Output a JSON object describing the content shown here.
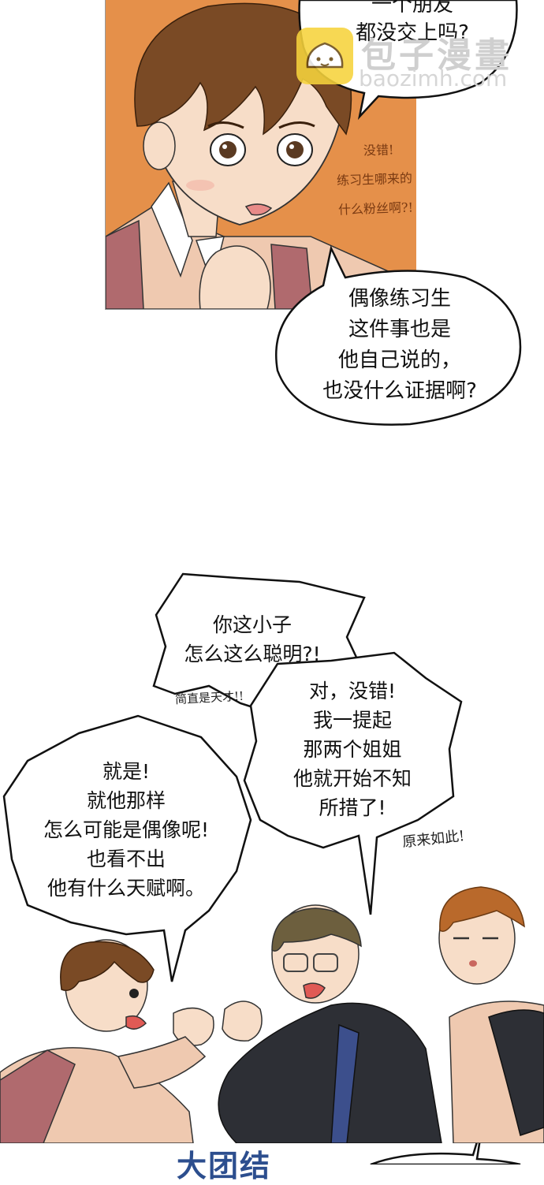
{
  "colors": {
    "panel1_bg": "#e5904a",
    "skin": "#f7ddc8",
    "hair_brown": "#7a4a25",
    "hair_olive": "#6d5f3e",
    "hair_orange": "#b9692b",
    "jacket_pink": "#efc9b0",
    "strap_red": "#b06a6e",
    "hoodie_dark": "#2d2f35",
    "strap_blue": "#3c4f8c",
    "bottom_title": "#2c4e8e"
  },
  "watermark": {
    "title": "包子漫畫",
    "url": "baozimh.com",
    "logo_icon": "bun-logo-icon"
  },
  "panel1": {
    "bubble_top_lines": "一个朋友\n都没交上吗?",
    "side_text_lines": [
      "没错!",
      "练习生哪来的",
      "什么粉丝啊?!"
    ],
    "bubble_main_lines": "偶像练习生\n这件事也是\n他自己说的，\n也没什么证据啊?"
  },
  "panel2": {
    "bubble_a_lines": "你这小子\n怎么这么聪明?!",
    "note_a": "简直是天才!!",
    "bubble_b_lines": "对，没错!\n我一提起\n那两个姐姐\n他就开始不知\n所措了!",
    "note_b": "原来如此!",
    "bubble_c_lines": "就是!\n就他那样\n怎么可能是偶像呢!\n也看不出\n他有什么天赋啊。"
  },
  "bottom_title": "大团结"
}
